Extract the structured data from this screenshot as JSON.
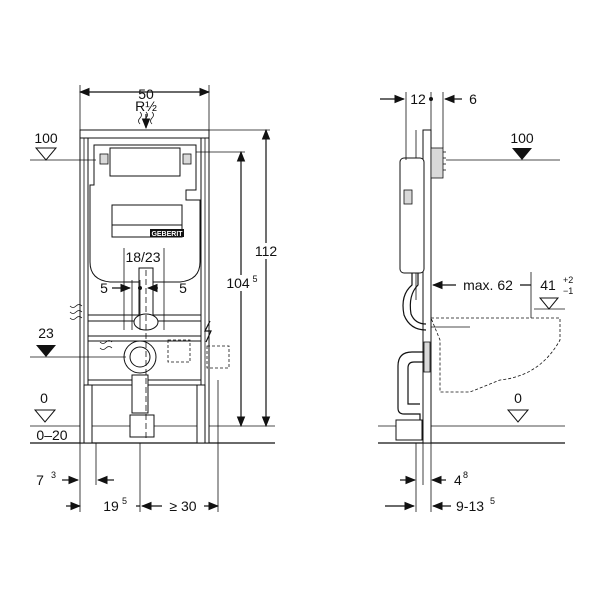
{
  "front": {
    "width_label": "50",
    "pipe_label": "R½",
    "label_100": "100",
    "label_112": "112",
    "label_104": "104",
    "label_104_sup": "5",
    "label_18_23": "18/23",
    "label_5_left": "5",
    "label_5_right": "5",
    "label_23": "23",
    "label_0": "0",
    "label_0_20": "0–20",
    "label_7": "7",
    "label_7_sup": "3",
    "label_19": "19",
    "label_19_sup": "5",
    "label_ge30": "≥ 30",
    "brand": "GEBERIT"
  },
  "side": {
    "label_12": "12",
    "label_6": "6",
    "label_100": "100",
    "label_max62": "max. 62",
    "label_41": "41",
    "label_41_tol_plus": "+2",
    "label_41_tol_minus": "−1",
    "label_0": "0",
    "label_4": "4",
    "label_4_sup": "8",
    "label_9_13": "9-13",
    "label_9_13_sup": "5"
  }
}
